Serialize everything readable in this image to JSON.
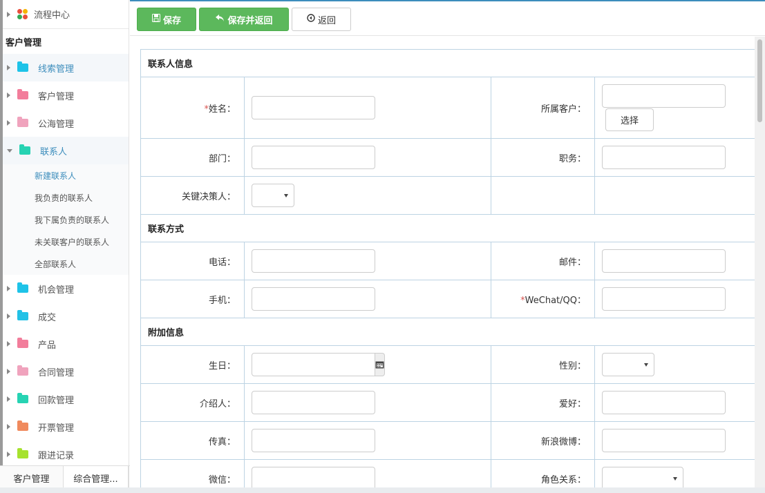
{
  "sidebar": {
    "top_item": "流程中心",
    "group_title": "客户管理",
    "items": [
      {
        "label": "线索管理",
        "color": "#1ec3e8"
      },
      {
        "label": "客户管理",
        "color": "#f27d9b"
      },
      {
        "label": "公海管理",
        "color": "#f0a3bd"
      },
      {
        "label": "联系人",
        "color": "#27d3b3"
      }
    ],
    "sub_items": [
      "新建联系人",
      "我负责的联系人",
      "我下属负责的联系人",
      "未关联客户的联系人",
      "全部联系人"
    ],
    "items2": [
      {
        "label": "机会管理",
        "color": "#1ec3e8"
      },
      {
        "label": "成交",
        "color": "#22c1e6"
      },
      {
        "label": "产品",
        "color": "#f27d9b"
      },
      {
        "label": "合同管理",
        "color": "#f0a3bd"
      },
      {
        "label": "回款管理",
        "color": "#27d3b3"
      },
      {
        "label": "开票管理",
        "color": "#f08a5d"
      },
      {
        "label": "跟进记录",
        "color": "#a6e22e"
      }
    ]
  },
  "bottom_tabs": [
    "客户管理",
    "综合管理..."
  ],
  "toolbar": {
    "save": "保存",
    "save_return": "保存并返回",
    "back": "返回"
  },
  "form": {
    "section1": "联系人信息",
    "name": "姓名：",
    "customer": "所属客户：",
    "select_btn": "选择",
    "dept": "部门：",
    "position": "职务：",
    "decision": "关键决策人：",
    "section2": "联系方式",
    "phone": "电话：",
    "email": "邮件：",
    "mobile": "手机：",
    "wechat": "WeChat/QQ：",
    "section3": "附加信息",
    "birthday": "生日：",
    "gender": "性别：",
    "referrer": "介绍人：",
    "hobby": "爱好：",
    "fax": "传真：",
    "weibo": "新浪微博：",
    "weixin": "微信：",
    "role": "角色关系：",
    "required_mark": "*"
  },
  "colors": {
    "green": "#5cb85c",
    "accent": "#3c8dbc",
    "border": "#bcd3e3"
  }
}
